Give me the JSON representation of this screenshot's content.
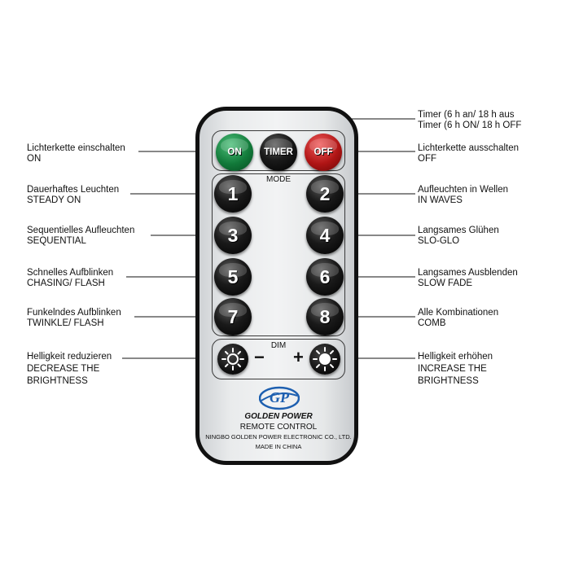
{
  "remote": {
    "buttons": {
      "on": "ON",
      "timer": "TIMER",
      "off": "OFF",
      "mode_label": "MODE",
      "modes": [
        "1",
        "2",
        "3",
        "4",
        "5",
        "6",
        "7",
        "8"
      ],
      "dim_label": "DIM",
      "minus": "−",
      "plus": "+"
    },
    "brand": {
      "logo_text": "GP",
      "name": "GOLDEN POWER",
      "product": "REMOTE CONTROL",
      "maker": "NINGBO GOLDEN POWER ELECTRONIC CO., LTD.",
      "origin": "MADE IN CHINA"
    },
    "colors": {
      "on": "#127a3a",
      "off": "#b01515",
      "buttons": "#111111",
      "logo": "#1d5fb0"
    }
  },
  "legends": {
    "timer": [
      "Timer (6 h an/ 18 h aus",
      "Timer (6 h ON/ 18 h OFF"
    ],
    "on": [
      "Lichterkette einschalten",
      "ON"
    ],
    "off": [
      "Lichterkette ausschalten",
      "OFF"
    ],
    "m1": [
      "Dauerhaftes Leuchten",
      "STEADY ON"
    ],
    "m2": [
      "Aufleuchten in Wellen",
      "IN WAVES"
    ],
    "m3": [
      "Sequentielles Aufleuchten",
      "SEQUENTIAL"
    ],
    "m4": [
      "Langsames Glühen",
      "SLO-GLO"
    ],
    "m5": [
      "Schnelles Aufblinken",
      "CHASING/ FLASH"
    ],
    "m6": [
      "Langsames Ausblenden",
      "SLOW FADE"
    ],
    "m7": [
      "Funkelndes Aufblinken",
      "TWINKLE/ FLASH"
    ],
    "m8": [
      "Alle Kombinationen",
      "COMB"
    ],
    "dim_down": [
      "Helligkeit reduzieren",
      "DECREASE THE",
      "BRIGHTNESS"
    ],
    "dim_up": [
      "Helligkeit erhöhen",
      "INCREASE THE",
      "BRIGHTNESS"
    ]
  }
}
